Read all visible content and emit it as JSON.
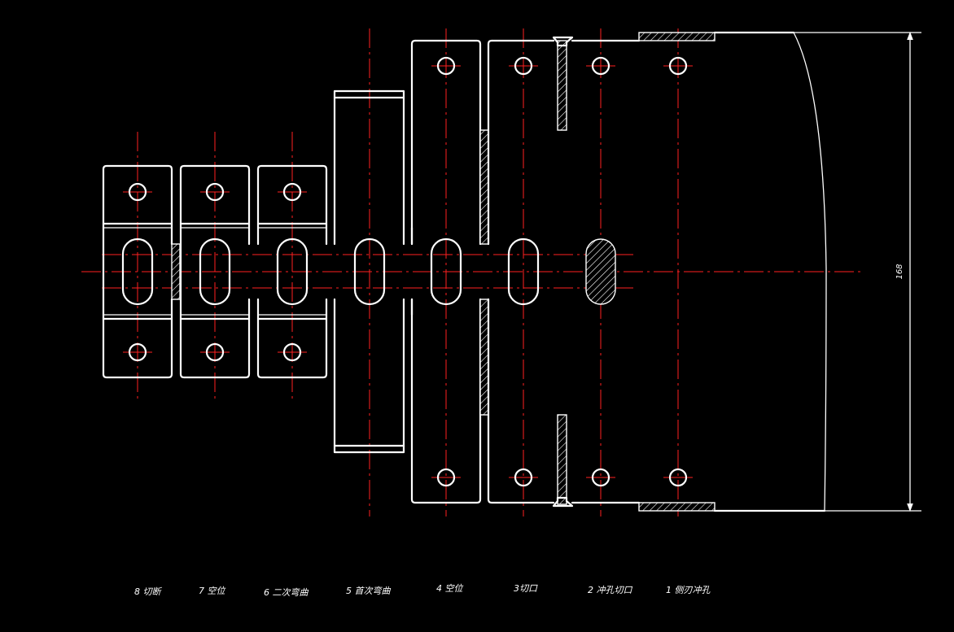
{
  "stations": [
    {
      "label": "8 切断"
    },
    {
      "label": "7 空位"
    },
    {
      "label": "6 二次弯曲"
    },
    {
      "label": "5 首次弯曲"
    },
    {
      "label": "4 空位"
    },
    {
      "label": "3切口"
    },
    {
      "label": "2 冲孔切口"
    },
    {
      "label": "1 侧刃冲孔"
    }
  ],
  "dimension": {
    "strip_width": "168"
  },
  "colors": {
    "background": "#000000",
    "outline": "#ffffff",
    "centerline": "#ff2020"
  }
}
